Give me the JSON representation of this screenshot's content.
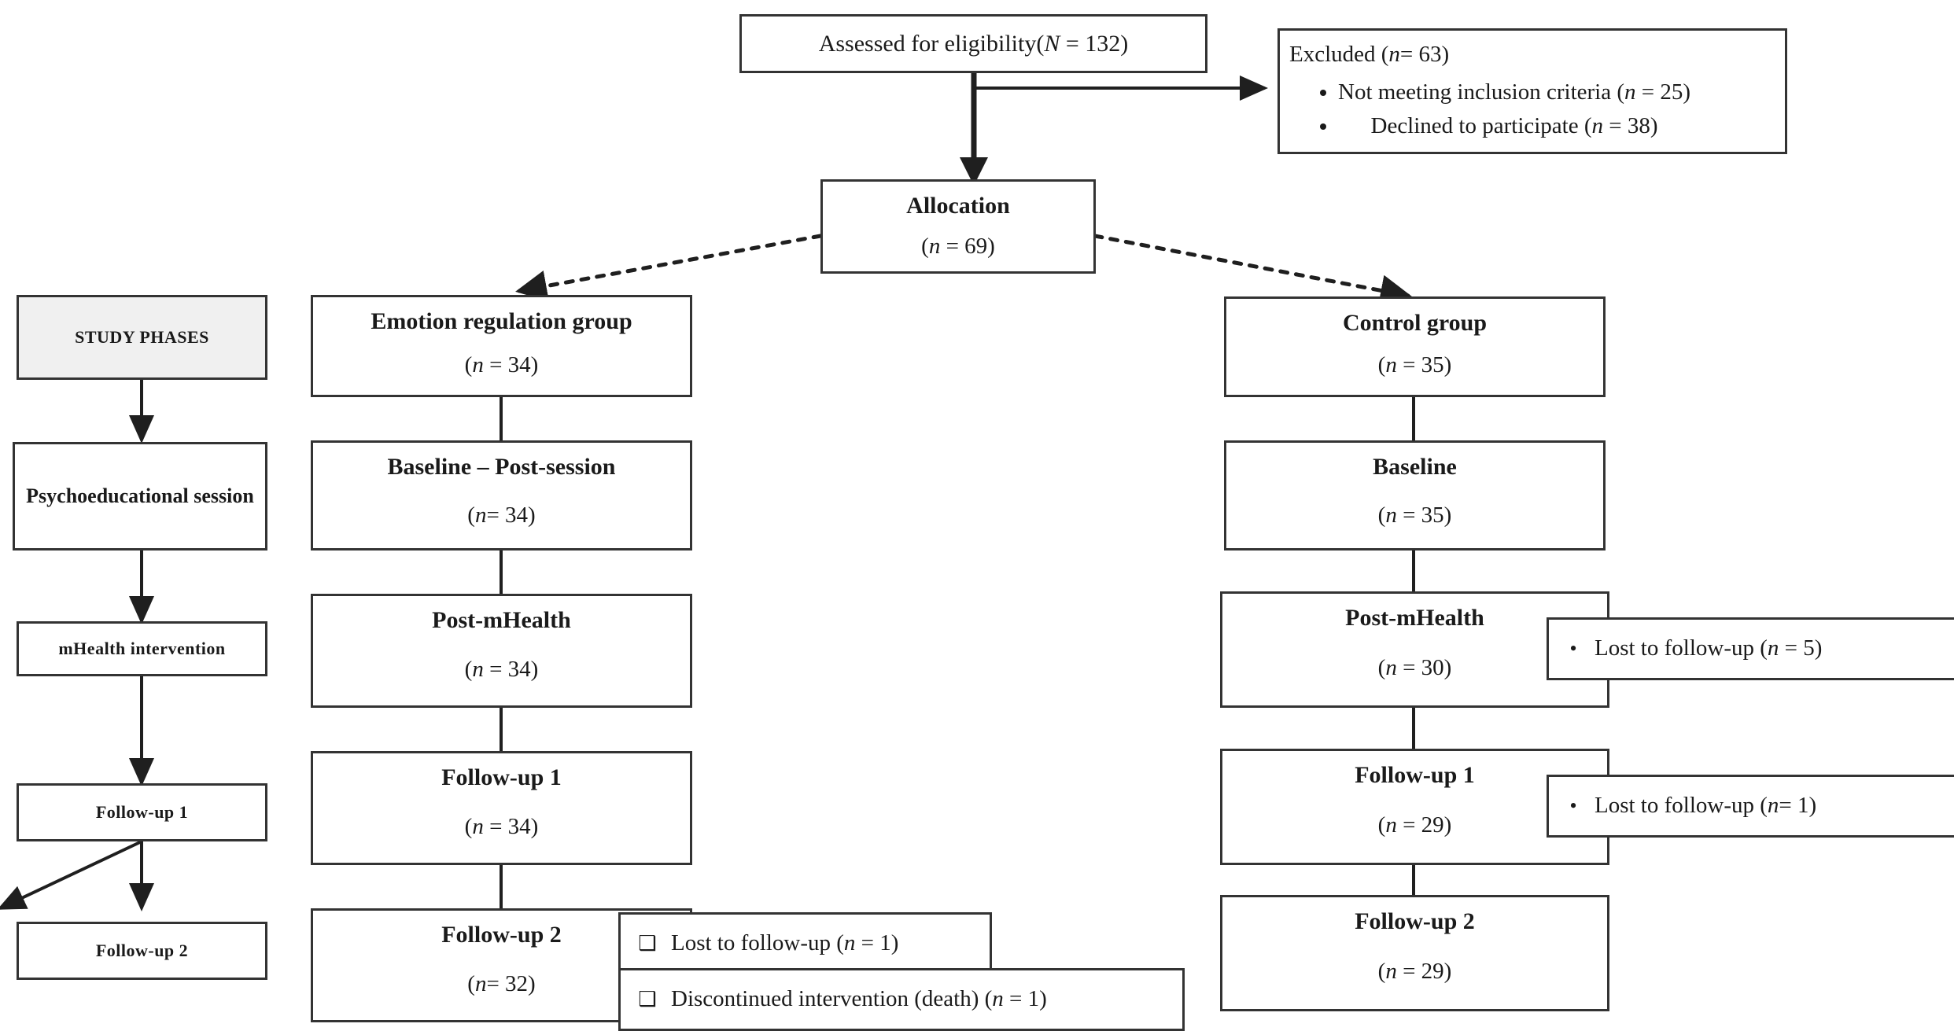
{
  "diagram": {
    "type": "consort-flow-diagram",
    "title_top": "Assessed for eligibility(N = 132)"
  },
  "enrollment": {
    "assessed": {
      "label": "Assessed for eligibility(",
      "n_symbol": "N",
      "eq": " = ",
      "n_value": "132",
      "close": ")",
      "full": "Assessed for eligibility(N = 132)"
    },
    "excluded": {
      "heading_pre": "Excluded (",
      "heading_n": "n",
      "heading_val": "= 63",
      "heading_post": ")",
      "heading_full": "Excluded (n= 63)",
      "items": [
        {
          "text": "Not meeting inclusion criteria (",
          "n": "n",
          "val": " = 25",
          "close": ")",
          "full": "Not meeting inclusion criteria (n = 25)"
        },
        {
          "text": "Declined to participate (",
          "n": "n",
          "val": " = 38",
          "close": ")",
          "full": "Declined to participate (n = 38)"
        }
      ]
    }
  },
  "allocation": {
    "title": "Allocation",
    "count_pre": "(",
    "count_n": "n",
    "count_val": " = 69",
    "count_post": ")",
    "count_full": "(n = 69)"
  },
  "study_phases": {
    "header": "STUDY PHASES",
    "items": [
      {
        "label": "Psychoeducational session"
      },
      {
        "label": "mHealth intervention"
      },
      {
        "label": "Follow-up 1"
      },
      {
        "label": "Follow-up 2"
      }
    ]
  },
  "arm_intervention": {
    "name": "Emotion regulation group",
    "stages": [
      {
        "title": "Emotion regulation group",
        "count": "(n = 34)",
        "n_val": " = 34"
      },
      {
        "title": "Baseline – Post-session",
        "count": "(n= 34)",
        "n_val": "= 34"
      },
      {
        "title": "Post-mHealth",
        "count": "(n = 34)",
        "n_val": " = 34"
      },
      {
        "title": "Follow-up 1",
        "count": "(n = 34)",
        "n_val": " = 34"
      },
      {
        "title": "Follow-up 2",
        "count": "(n= 32)",
        "n_val": "= 32"
      }
    ],
    "callouts": [
      {
        "bullet": "square",
        "text": "Lost to follow-up (",
        "n": "n",
        "val": " = 1",
        "close": ")",
        "full": "Lost to follow-up (n = 1)"
      },
      {
        "bullet": "square",
        "text": "Discontinued intervention (death) (",
        "n": "n",
        "val": " = 1",
        "close": ")",
        "full": "Discontinued intervention (death) (n = 1)"
      }
    ]
  },
  "arm_control": {
    "name": "Control group",
    "stages": [
      {
        "title": "Control group",
        "count": "(n = 35)",
        "n_val": " = 35"
      },
      {
        "title": "Baseline",
        "count": "(n = 35)",
        "n_val": " = 35"
      },
      {
        "title": "Post-mHealth",
        "count": "(n = 30)",
        "n_val": " = 30"
      },
      {
        "title": "Follow-up 1",
        "count": "(n = 29)",
        "n_val": " = 29"
      },
      {
        "title": "Follow-up 2",
        "count": "(n = 29)",
        "n_val": " = 29"
      }
    ],
    "callouts": [
      {
        "bullet": "dot",
        "text": "Lost to follow-up (",
        "n": "n",
        "val": " = 5",
        "close": ")",
        "full": "Lost to follow-up (n = 5)"
      },
      {
        "bullet": "dot",
        "text": "Lost to follow-up (",
        "n": "n",
        "val": "= 1",
        "close": ")",
        "full": "Lost to follow-up (n= 1)"
      }
    ]
  },
  "glyphs": {
    "bullet_dot": "•",
    "bullet_square": "❑"
  },
  "colors": {
    "line": "#333333",
    "box_fill": "#ffffff",
    "shaded_fill": "#f0f0f0",
    "text": "#1a1a1a"
  }
}
